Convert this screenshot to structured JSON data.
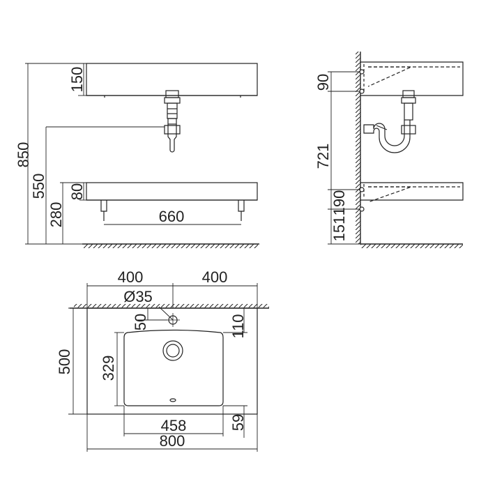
{
  "front_view": {
    "dims": {
      "total_height": "850",
      "upper_counter_thickness": "150",
      "trap_height": "550",
      "lower_shelf_height": "280",
      "lower_shelf_thickness": "80",
      "bracket_spacing": "660"
    }
  },
  "side_view": {
    "dims": {
      "upper_bracket": "90",
      "bracket_spacing": "721",
      "lower_bracket": "190",
      "floor_gap": "151"
    }
  },
  "plan_view": {
    "dims": {
      "left_half_width": "400",
      "right_half_width": "400",
      "tap_hole_diameter": "Ø35",
      "tap_hole_offset": "50",
      "bowl_from_wall": "110",
      "total_depth": "500",
      "bowl_depth": "329",
      "bowl_width": "458",
      "bowl_front_margin": "59",
      "total_width": "800"
    }
  }
}
